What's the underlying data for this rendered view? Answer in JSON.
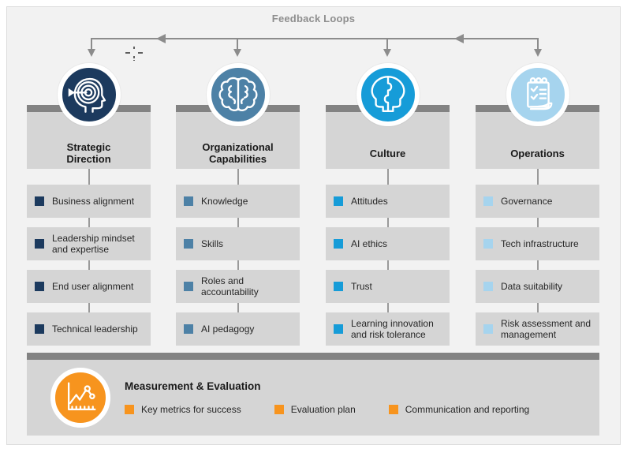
{
  "feedback": {
    "label": "Feedback Loops"
  },
  "columns": [
    {
      "title": "Strategic Direction",
      "color": "#1c3a5e",
      "icon": "head-target-icon",
      "items": [
        "Business alignment",
        "Leadership mindset and expertise",
        "End user alignment",
        "Technical leadership"
      ]
    },
    {
      "title": "Organizational Capabilities",
      "color": "#4d81a6",
      "icon": "brain-icon",
      "items": [
        "Knowledge",
        "Skills",
        "Roles and accountability",
        "AI pedagogy"
      ]
    },
    {
      "title": "Culture",
      "color": "#169cd8",
      "icon": "head-puzzle-icon",
      "items": [
        "Attitudes",
        "AI ethics",
        "Trust",
        "Learning innovation and risk tolerance"
      ]
    },
    {
      "title": "Operations",
      "color": "#a6d4ee",
      "icon": "notepad-checklist-icon",
      "items": [
        "Governance",
        "Tech infrastructure",
        "Data suitability",
        "Risk assessment and management"
      ]
    }
  ],
  "measurement": {
    "title": "Measurement & Evaluation",
    "color": "#f7941e",
    "icon": "line-chart-icon",
    "items": [
      "Key metrics for success",
      "Evaluation plan",
      "Communication and reporting"
    ]
  }
}
